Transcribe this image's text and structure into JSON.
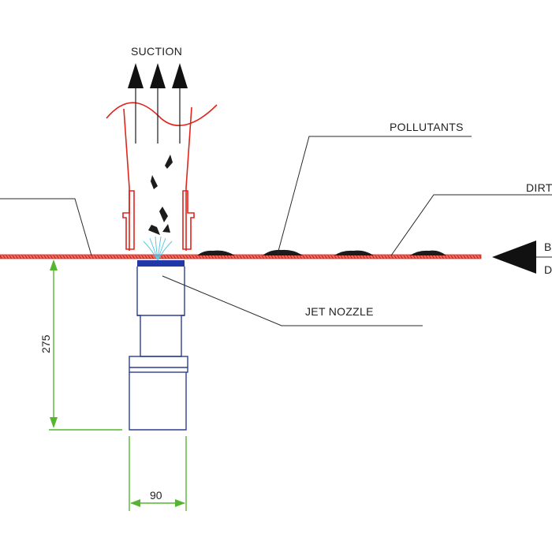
{
  "labels": {
    "suction": "SUCTION",
    "pollutants": "POLLUTANTS",
    "dirt": "DIRT",
    "jet_nozzle": "JET NOZZLE",
    "right_top": "B",
    "right_bottom": "D"
  },
  "dimensions": {
    "height": "275",
    "width": "90"
  },
  "colors": {
    "hose": "#e0241b",
    "nozzle_body": "#2d3f8f",
    "nozzle_cap": "#1f3aa8",
    "dimension_lines": "#55b531",
    "spray": "#5bc8e6",
    "leaders": "#2a2a2a"
  }
}
